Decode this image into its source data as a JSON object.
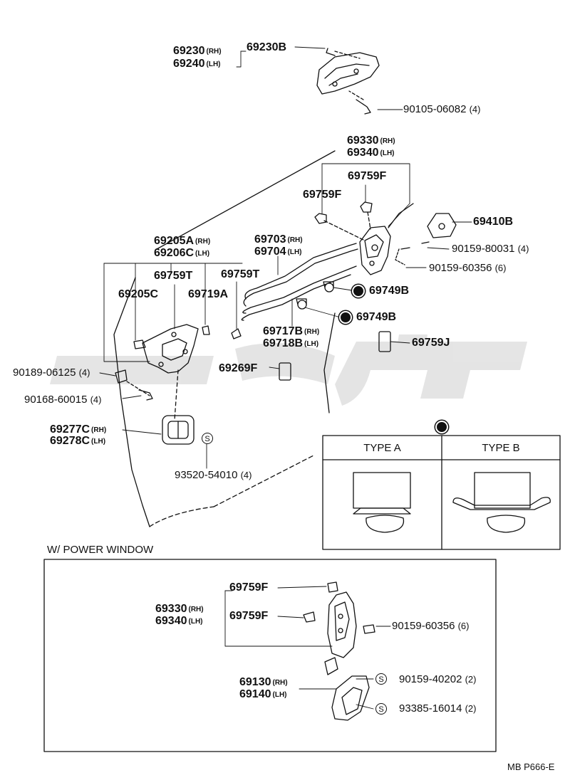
{
  "parts": {
    "p69230": {
      "num": "69230",
      "suffix": "(RH)"
    },
    "p69240": {
      "num": "69240",
      "suffix": "(LH)"
    },
    "p69230B": {
      "num": "69230B"
    },
    "p90105": {
      "num": "90105-06082",
      "qty": "(4)"
    },
    "p69330_top": {
      "num": "69330",
      "suffix": "(RH)"
    },
    "p69340_top": {
      "num": "69340",
      "suffix": "(LH)"
    },
    "p69759F_a": {
      "num": "69759F"
    },
    "p69759F_b": {
      "num": "69759F"
    },
    "p69410B": {
      "num": "69410B"
    },
    "p90159_80031": {
      "num": "90159-80031",
      "qty": "(4)"
    },
    "p90159_60356_top": {
      "num": "90159-60356",
      "qty": "(6)"
    },
    "p69205A": {
      "num": "69205A",
      "suffix": "(RH)"
    },
    "p69206C": {
      "num": "69206C",
      "suffix": "(LH)"
    },
    "p69703": {
      "num": "69703",
      "suffix": "(RH)"
    },
    "p69704": {
      "num": "69704",
      "suffix": "(LH)"
    },
    "p69759T_a": {
      "num": "69759T"
    },
    "p69759T_b": {
      "num": "69759T"
    },
    "p69205C": {
      "num": "69205C"
    },
    "p69719A": {
      "num": "69719A"
    },
    "p69749B_a": {
      "num": "69749B"
    },
    "p69749B_b": {
      "num": "69749B"
    },
    "p69717B": {
      "num": "69717B",
      "suffix": "(RH)"
    },
    "p69718B": {
      "num": "69718B",
      "suffix": "(LH)"
    },
    "p69759J": {
      "num": "69759J"
    },
    "p90189": {
      "num": "90189-06125",
      "qty": "(4)"
    },
    "p69269F": {
      "num": "69269F"
    },
    "p90168": {
      "num": "90168-60015",
      "qty": "(4)"
    },
    "p69277C": {
      "num": "69277C",
      "suffix": "(RH)"
    },
    "p69278C": {
      "num": "69278C",
      "suffix": "(LH)"
    },
    "p93520": {
      "num": "93520-54010",
      "qty": "(4)"
    },
    "p69759F_c": {
      "num": "69759F"
    },
    "p69330_pw": {
      "num": "69330",
      "suffix": "(RH)"
    },
    "p69340_pw": {
      "num": "69340",
      "suffix": "(LH)"
    },
    "p69759F_d": {
      "num": "69759F"
    },
    "p90159_60356_pw": {
      "num": "90159-60356",
      "qty": "(6)"
    },
    "p69130": {
      "num": "69130",
      "suffix": "(RH)"
    },
    "p69140": {
      "num": "69140",
      "suffix": "(LH)"
    },
    "p90159_40202": {
      "num": "90159-40202",
      "qty": "(2)"
    },
    "p93385": {
      "num": "93385-16014",
      "qty": "(2)"
    }
  },
  "symbols": {
    "s_letter": "S"
  },
  "types": {
    "type_a": "TYPE A",
    "type_b": "TYPE B"
  },
  "section_title": "W/ POWER  WINDOW",
  "footer": "MB  P666-E"
}
